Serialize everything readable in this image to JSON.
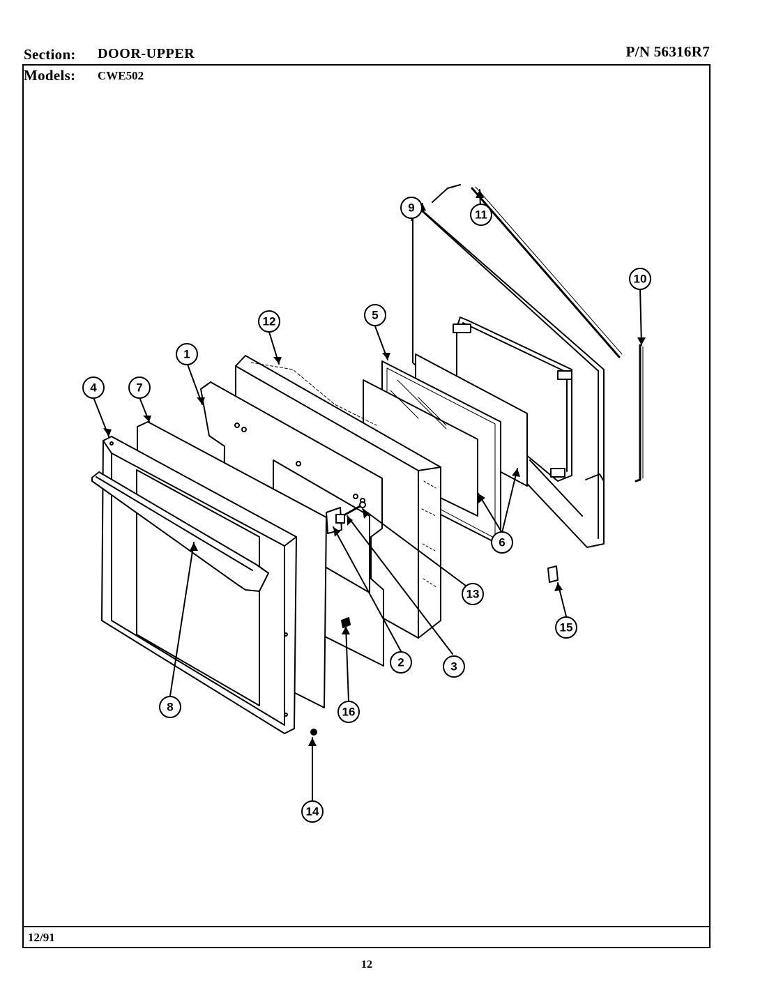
{
  "header": {
    "section_label": "Section:",
    "section_value": "DOOR-UPPER",
    "models_label": "Models:",
    "models_value": "CWE502",
    "part_number": "P/N 56316R7"
  },
  "footer": {
    "date": "12/91",
    "page_number": "12"
  },
  "callouts": {
    "c1": "1",
    "c2": "2",
    "c3": "3",
    "c4": "4",
    "c5": "5",
    "c6": "6",
    "c7": "7",
    "c8": "8",
    "c9": "9",
    "c10": "10",
    "c11": "11",
    "c12": "12",
    "c13": "13",
    "c14": "14",
    "c15": "15",
    "c16": "16"
  }
}
